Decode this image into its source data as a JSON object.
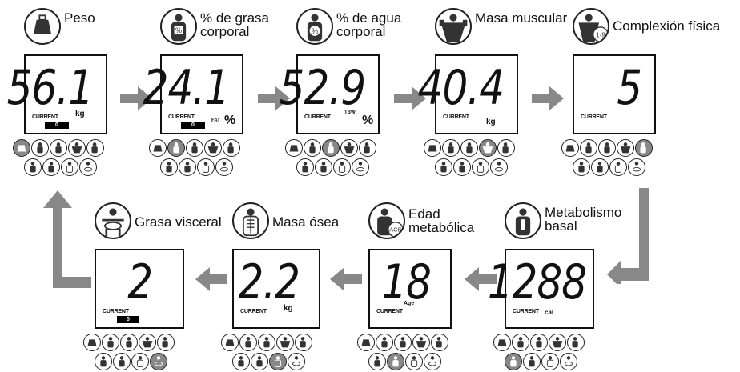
{
  "steps": [
    {
      "title": "Peso",
      "value": "56.1",
      "unit": "kg",
      "current": "CURRENT",
      "bar": "0",
      "icon": "weight-icon"
    },
    {
      "title": "% de grasa\ncorporal",
      "value": "24.1",
      "unit": "%",
      "sub": "FAT",
      "current": "CURRENT",
      "bar": "0",
      "icon": "body-fat-icon"
    },
    {
      "title": "% de agua\ncorporal",
      "value": "52.9",
      "unit": "%",
      "sub": "TBW",
      "current": "CURRENT",
      "icon": "body-water-icon"
    },
    {
      "title": "Masa muscular",
      "value": "40.4",
      "unit": "kg",
      "current": "CURRENT",
      "icon": "muscle-mass-icon"
    },
    {
      "title": "Complexión física",
      "value": "5",
      "current": "CURRENT",
      "icon": "physique-rating-icon",
      "badge": "1-9"
    },
    {
      "title": "Metabolismo\nbasal",
      "value": "1288",
      "unit": "cal",
      "current": "CURRENT",
      "icon": "bmr-icon"
    },
    {
      "title": "Edad\nmetabólica",
      "value": "18",
      "sub": "Age",
      "current": "CURRENT",
      "icon": "metabolic-age-icon",
      "badge": "AGE"
    },
    {
      "title": "Masa ósea",
      "value": "2.2",
      "unit": "kg",
      "current": "CURRENT",
      "icon": "bone-mass-icon"
    },
    {
      "title": "Grasa visceral",
      "value": "2",
      "current": "CURRENT",
      "bar": "0",
      "icon": "visceral-fat-icon"
    }
  ],
  "badge_text": "1-9"
}
